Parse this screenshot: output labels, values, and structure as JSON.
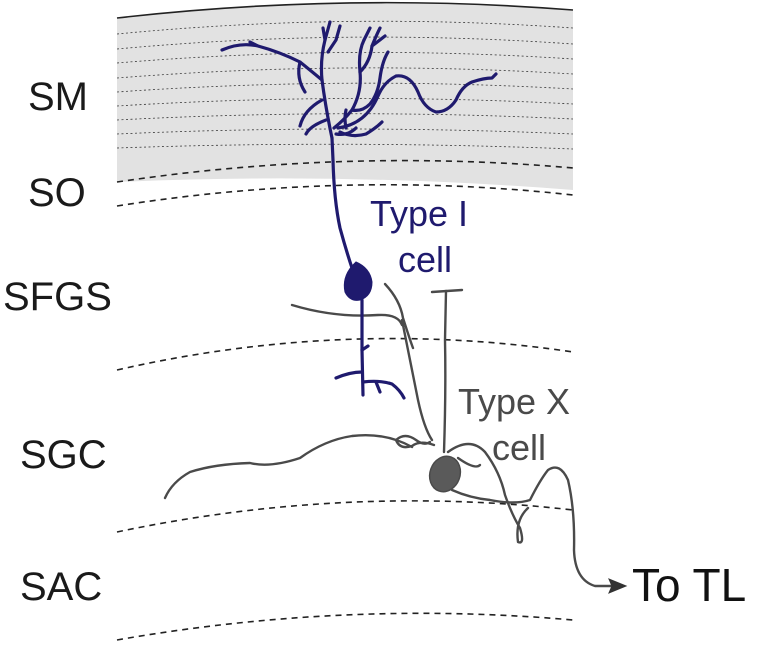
{
  "layers": [
    {
      "label": "SM"
    },
    {
      "label": "SO"
    },
    {
      "label": "SFGS"
    },
    {
      "label": "SGC"
    },
    {
      "label": "SAC"
    }
  ],
  "cells": {
    "type_i": {
      "line1": "Type I",
      "line2": "cell",
      "color": "#1f1a6e"
    },
    "type_x": {
      "line1": "Type X",
      "line2": "cell",
      "color": "#4a4a4a"
    }
  },
  "target": {
    "label": "To TL"
  },
  "colors": {
    "sm_fill": "#e2e2e2",
    "boundary": "#222222"
  }
}
